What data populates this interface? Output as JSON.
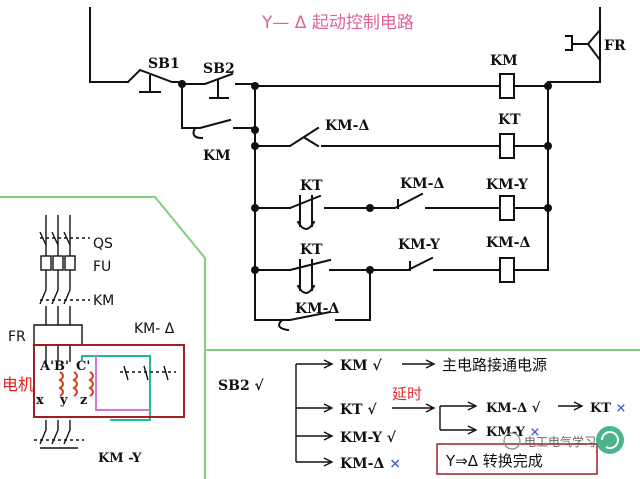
{
  "title": "Y— Δ 起动控制电路",
  "control": {
    "sb1": "SB1",
    "sb2": "SB2",
    "fr": "FR",
    "km_coil": "KM",
    "km_hold": "KM",
    "km_delta_nc": "KM-Δ",
    "kt_coil": "KT",
    "kt_nc": "KT",
    "km_delta_nc2": "KM-Δ",
    "kmy_coil": "KM-Y",
    "kt_no": "KT",
    "kmy_nc": "KM-Y",
    "kmd_coil": "KM-Δ",
    "kmd_hold": "KM-Δ"
  },
  "main": {
    "qs": "QS",
    "fu": "FU",
    "km": "KM",
    "fr": "FR",
    "kmd": "KM- Δ",
    "motor": "电机",
    "a": "A'",
    "b": "B'",
    "c": "C'",
    "x": "x",
    "y": "y",
    "z": "z",
    "kmy": "KM -Y"
  },
  "sequence": {
    "trigger": "SB2 √",
    "km": "KM √",
    "main_power": "主电路接通电源",
    "kt": "KT √",
    "delay": "延时",
    "kmd_off": "KM-Δ √",
    "kt_off": "KT ×",
    "kmy_off": "KM-Y ×",
    "kmy": "KM-Y √",
    "kmd": "KM-Δ ×",
    "result": "Y⇒Δ 转换完成"
  },
  "watermark": "电工电气学习",
  "colors": {
    "title": "#e0609a",
    "frame": "#7ed07e",
    "red_note": "#e02020",
    "delta_wire": "#22b89a",
    "star_wire": "#d078d0",
    "cross_mark": "#4a60d0",
    "box_frame": "#a02020"
  }
}
